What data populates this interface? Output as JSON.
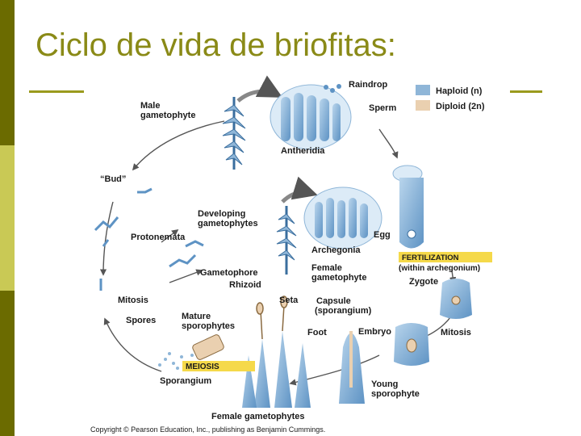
{
  "slide": {
    "title": "Ciclo de vida de briofitas:"
  },
  "colors": {
    "sidebar_dark": "#6b6b00",
    "sidebar_light": "#c9c955",
    "title": "#8a8a17",
    "haploid": "#8fb6d8",
    "diploid": "#ead0b0",
    "arrow": "#555555",
    "banner": "#f5d94a"
  },
  "legend": {
    "haploid": "Haploid (n)",
    "diploid": "Diploid (2n)"
  },
  "labels": {
    "raindrop": "Raindrop",
    "sperm": "Sperm",
    "male_gametophyte_1": "Male",
    "male_gametophyte_2": "gametophyte",
    "antheridia": "Antheridia",
    "bud": "“Bud”",
    "developing_1": "Developing",
    "developing_2": "gametophytes",
    "protonemata": "Protonemata",
    "egg": "Egg",
    "archegonia": "Archegonia",
    "female_gametophyte_1": "Female",
    "female_gametophyte_2": "gametophyte",
    "fertilization": "FERTILIZATION",
    "within_archegonium": "(within archegonium)",
    "zygote": "Zygote",
    "gametophore": "Gametophore",
    "rhizoid": "Rhizoid",
    "mitosis_left": "Mitosis",
    "mitosis_right": "Mitosis",
    "seta": "Seta",
    "capsule_1": "Capsule",
    "capsule_2": "(sporangium)",
    "spores": "Spores",
    "mature_1": "Mature",
    "mature_2": "sporophytes",
    "foot": "Foot",
    "embryo": "Embryo",
    "meiosis": "MEIOSIS",
    "sporangium": "Sporangium",
    "young_1": "Young",
    "young_2": "sporophyte",
    "female_gametophytes": "Female gametophytes",
    "copyright": "Copyright © Pearson Education, Inc., publishing as Benjamin Cummings."
  }
}
